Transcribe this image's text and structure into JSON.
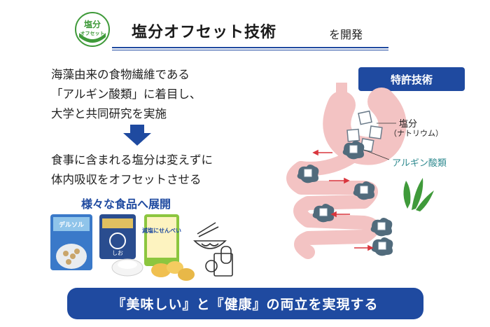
{
  "header": {
    "logo_line1": "塩分",
    "logo_line2": "オフセット",
    "title": "塩分オフセット技術",
    "title_suffix": "を開発"
  },
  "left": {
    "para1": [
      "海藻由来の食物繊維である",
      "「アルギン酸類」に着目し、",
      "大学と共同研究を実施"
    ],
    "para2": [
      "食事に含まれる塩分は変えずに",
      "体内吸収をオフセットさせる"
    ],
    "subhead": "様々な食品へ展開",
    "products": {
      "product1_label": "デルソル",
      "product2_label": "しお",
      "product3_label": "減塩にせんべい"
    }
  },
  "right": {
    "patent_badge": "特許技術",
    "salt_label": "塩分",
    "salt_sub": "（ナトリウム）",
    "alginate_label": "アルギン酸類"
  },
  "banner": "『美味しい』と『健康』の両立を実現する",
  "colors": {
    "brand_blue": "#1f4aa0",
    "stomach_pink": "#f3c3c3",
    "teal": "#2f8a8f",
    "green": "#3f9a3a"
  }
}
